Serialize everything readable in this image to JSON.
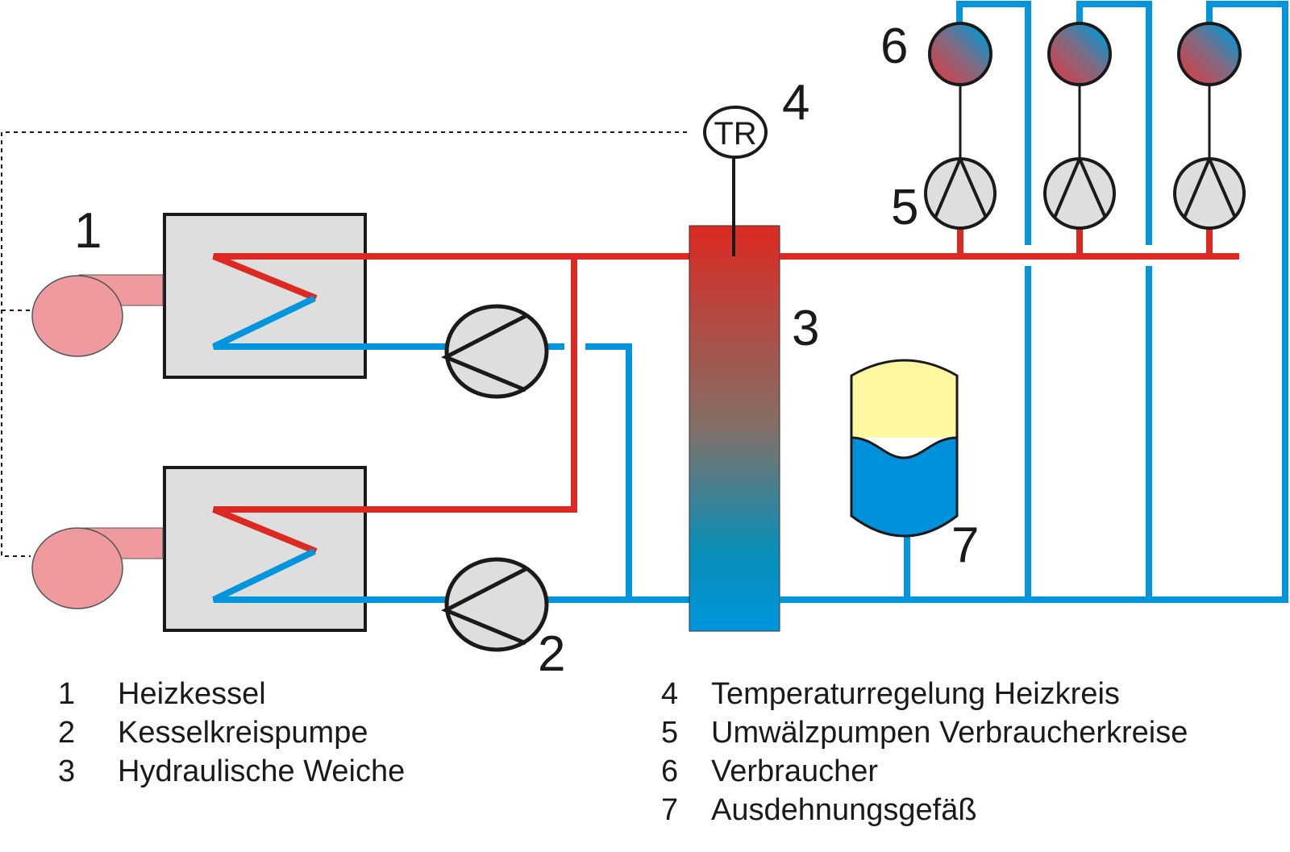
{
  "diagram": {
    "title": "Hydraulische Weiche – Heizungsschema",
    "colors": {
      "supply_pipe": "#dc2a22",
      "return_pipe": "#0095dd",
      "boiler_fill": "#dedede",
      "burner_fill": "#ef9a9e",
      "pump_fill": "#dedede",
      "vessel_gas": "#fff8a0",
      "vessel_water": "#0091dd",
      "outline": "#1a1a1a"
    },
    "callouts": {
      "boiler": "1",
      "boiler_pump": "2",
      "hydraulic_separator": "3",
      "temperature_control": "4",
      "circulation_pumps": "5",
      "consumers": "6",
      "expansion_vessel": "7"
    },
    "controller_label": "TR",
    "components": {
      "boilers": 2,
      "boiler_pumps": 2,
      "consumer_circuits": 3
    }
  },
  "legend": {
    "left": [
      {
        "num": "1",
        "label": "Heizkessel"
      },
      {
        "num": "2",
        "label": "Kesselkreispumpe"
      },
      {
        "num": "3",
        "label": "Hydraulische Weiche"
      }
    ],
    "right": [
      {
        "num": "4",
        "label": "Temperaturregelung Heizkreis"
      },
      {
        "num": "5",
        "label": "Umwälzpumpen Verbraucherkreise"
      },
      {
        "num": "6",
        "label": "Verbraucher"
      },
      {
        "num": "7",
        "label": "Ausdehnungsgefäß"
      }
    ]
  }
}
